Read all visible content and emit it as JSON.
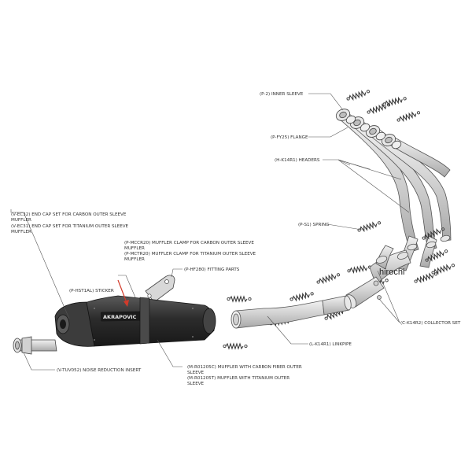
{
  "watermark": "hirochi",
  "colors": {
    "line": "#444444",
    "metal": "#d4d4d4",
    "metal_light": "#ececec",
    "muffler": "#2e2e2e",
    "arrow": "#d23a2a"
  },
  "labels": {
    "inner_sleeve": "(P-2)  INNER SLEEVE",
    "flange": "(P-FY25)  FLANGE",
    "headers": "(H-K14R1)  HEADERS",
    "spring": "(P-S1)  SPRING",
    "collector_set": "(C-K14R2)  COLLECTOR SET",
    "linkpipe": "(L-K14R1)  LINKPIPE",
    "end_cap_carbon": "(V-EC32)  END CAP SET FOR CARBON OUTER SLEEVE",
    "end_cap_carbon_2": "MUFFLER",
    "end_cap_titanium": "(V-EC31)  END CAP SET FOR TITANIUM OUTER SLEEVE",
    "end_cap_titanium_2": "MUFFLER",
    "clamp_carbon": "(P-MCCR20)  MUFFLER CLAMP FOR CARBON OUTER SLEEVE",
    "clamp_carbon_2": "MUFFLER",
    "clamp_titanium": "(P-MCTR20)  MUFFLER CLAMP FOR TITANIUM OUTER SLEEVE",
    "clamp_titanium_2": "MUFFLER",
    "fitting_parts": "(P-HF280)  FITTING PARTS",
    "sticker": "(P-HST1AL)  STICKER",
    "noise_insert": "(V-TUV052)  NOISE REDUCTION INSERT",
    "muffler_carbon": "(M-R01205C)  MUFFLER WITH CARBON FIBER OUTER",
    "muffler_carbon_2": "SLEEVE",
    "muffler_titanium": "(M-R01205T)  MUFFLER WITH TITANIUM OUTER",
    "muffler_titanium_2": "SLEEVE"
  },
  "icons": [
    "spring-icon",
    "flange-icon",
    "muffler-icon",
    "header-pipe-icon",
    "arrow-icon"
  ]
}
